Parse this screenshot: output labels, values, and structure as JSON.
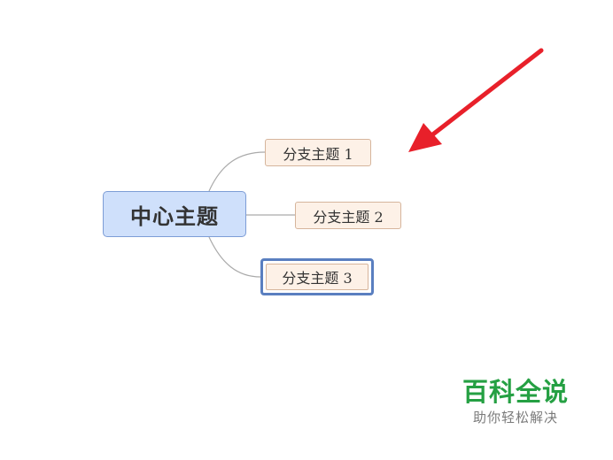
{
  "mindmap": {
    "central_topic": "中心主题",
    "branches": [
      {
        "label": "分支主题 1",
        "selected": false
      },
      {
        "label": "分支主题 2",
        "selected": false
      },
      {
        "label": "分支主题 3",
        "selected": true
      }
    ]
  },
  "annotation": {
    "arrow_color": "#e8202a",
    "points_to": "分支主题 1"
  },
  "watermark": {
    "brand": "百科全说",
    "slogan": "助你轻松解决"
  },
  "colors": {
    "central_fill": "#cfe0fb",
    "branch_fill": "#fdf1e7",
    "selection_border": "#5a7fc0",
    "brand_green": "#25a043"
  }
}
